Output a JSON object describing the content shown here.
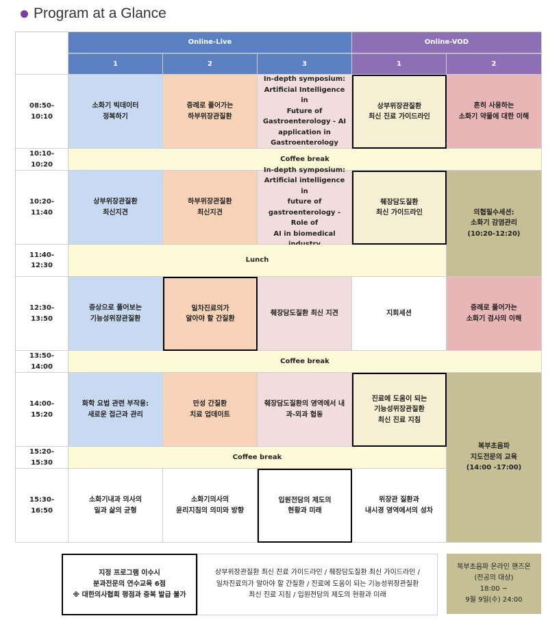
{
  "page_title": "Program at a Glance",
  "headers": {
    "live": "Online-Live",
    "vod": "Online-VOD"
  },
  "sub": {
    "l1": "1",
    "l2": "2",
    "l3": "3",
    "v1": "1",
    "v2": "2"
  },
  "times": {
    "t1": "08:50-10:10",
    "t2": "10:10-10:20",
    "t3": "10:20-11:40",
    "t4": "11:40-12:30",
    "t5": "12:30-13:50",
    "t6": "13:50-14:00",
    "t7": "14:00-15:20",
    "t8": "15:20-15:30",
    "t9": "15:30-16:50"
  },
  "sessions": {
    "r1_l1": "소화기 빅데이터\n정복하기",
    "r1_l2": "증례로 풀어가는\n하부위장관질환",
    "r1_l3": "In-depth symposium:\nArtificial Intelligence in\nFuture of\nGastroenterology - AI\napplication in\nGastroenterology",
    "r1_v1": "상부위장관질환\n최신 진료 가이드라인",
    "r1_v2": "흔히 사용하는\n소화기 약물에 대한 이해",
    "coffee1": "Coffee break",
    "r3_l1": "상부위장관질환\n최신지견",
    "r3_l2": "하부위장관질환\n최신지견",
    "r3_l3": "In-depth symposium:\nArtificial intelligence in\nfuture of\ngastroenterology - Role of\nAI in biomedical industry",
    "r3_v1": "췌장담도질환\n최신 가이드라인",
    "r3_v2": "의협필수세션:\n소화기 감염관리\n(10:20-12:20)",
    "lunch": "Lunch",
    "r5_l1": "증상으로 풀어보는\n기능성위장관질환",
    "r5_l2": "일차진료의가\n알아야 할 간질환",
    "r5_l3": "췌장담도질환 최신 지견",
    "r5_v1": "지회세션",
    "r5_v2": "증례로 풀어가는\n소화기 검사의 이해",
    "coffee2": "Coffee break",
    "r7_l1": "화학 요법 관련 부작용:\n새로운 접근과 관리",
    "r7_l2": "만성 간질환\n치료 업데이트",
    "r7_l3": "췌장담도질환의 영역에서 내\n과-외과 협동",
    "r7_v1": "진료에 도움이 되는\n기능성위장관질환\n최신 진료 지침",
    "r7_v2": "복부초음파\n지도전문의 교육\n(14:00 -17:00)",
    "coffee3": "Coffee break",
    "r9_l1": "소화기내과 의사의\n일과 삶의 균형",
    "r9_l2": "소화기의사의\n윤리지침의 의미와 방향",
    "r9_l3": "입원전담의 제도의\n현황과 미래",
    "r9_v1": "위장관 질환과\n내시경 영역에서의 성차"
  },
  "footer": {
    "box1": "지정 프로그램 이수시\n분과전문의 연수교육 6점\n※ 대한의사협회 평점과 중복 발급 불가",
    "box2": "상부위장관질환 최신 진료 가이드라인 / 췌장담도질환 최신 가이드라인 /\n일차진료의가 알아야 할 간질환 / 진료에 도움이 되는 기능성위장관질환\n최신 진료 지침 / 입원전담의 제도의 현황과 미래",
    "box3": "복부초음파 온라인 핸즈온\n(전공의 대상)\n18:00 ~\n9월 9일(수) 24:00"
  },
  "colors": {
    "live_header": "#5b80c1",
    "vod_header": "#8c6fb4",
    "blue": "#c8daf2",
    "peach": "#f8d3b8",
    "pink": "#f2dddd",
    "cream": "#f6efd4",
    "rose": "#e8b6b6",
    "olive": "#c6be95",
    "yellow": "#fdfbd7",
    "title_dot": "#7a3f9d"
  }
}
